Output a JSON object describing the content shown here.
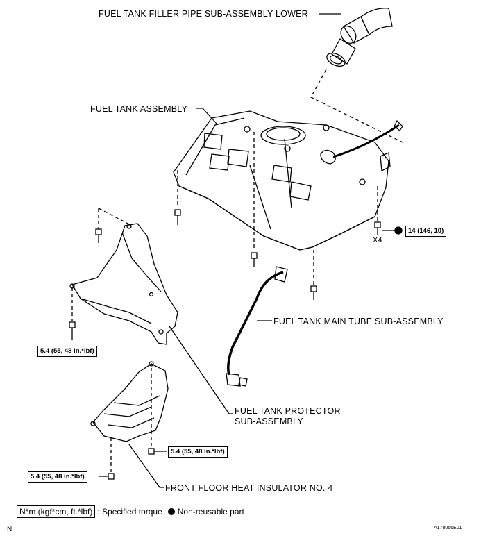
{
  "labels": {
    "filler_pipe": "FUEL TANK FILLER PIPE SUB-ASSEMBLY LOWER",
    "tank_assembly": "FUEL TANK ASSEMBLY",
    "main_tube": "FUEL TANK MAIN TUBE SUB-ASSEMBLY",
    "protector_line1": "FUEL TANK PROTECTOR",
    "protector_line2": "SUB-ASSEMBLY",
    "insulator": "FRONT FLOOR HEAT INSULATOR NO. 4"
  },
  "torques": {
    "tank_bolt": "14 (146, 10)",
    "tank_qty": "X4",
    "protector_bolt": "5.4 (55, 48 in.*lbf)",
    "insulator_bolt_right": "5.4 (55, 48 in.*lbf)",
    "insulator_bolt_left": "5.4 (55, 48 in.*lbf)"
  },
  "legend": {
    "unit": "N*m (kgf*cm, ft.*lbf)",
    "specified": ": Specified torque",
    "non_reusable": "Non-reusable part"
  },
  "footer": {
    "left_mark": "N",
    "figure_id": "A178066E01"
  }
}
